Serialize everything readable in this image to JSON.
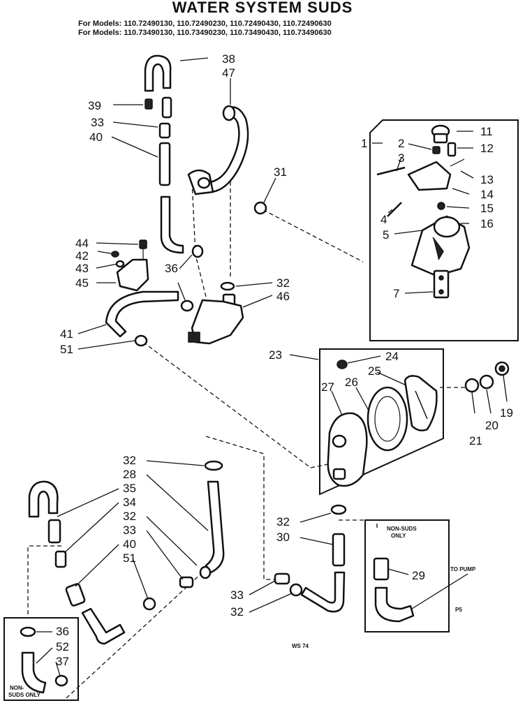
{
  "header": {
    "title": "WATER SYSTEM SUDS",
    "models_line1": "For Models:  110.72490130, 110.72490230, 110.72490430, 110.72490630",
    "models_line2": "For Models:  110.73490130, 110.73490230, 110.73490430, 110.73490630"
  },
  "labels": {
    "p1": "1",
    "p2": "2",
    "p3": "3",
    "p4": "4",
    "p5": "5",
    "p7": "7",
    "p11": "11",
    "p12": "12",
    "p13": "13",
    "p14": "14",
    "p15": "15",
    "p16": "16",
    "p19": "19",
    "p20": "20",
    "p21": "21",
    "p23": "23",
    "p24": "24",
    "p25": "25",
    "p26": "26",
    "p27": "27",
    "p28": "28",
    "p29": "29",
    "p30": "30",
    "p31": "31",
    "p32a": "32",
    "p32b": "32",
    "p32c": "32",
    "p32d": "32",
    "p32e": "32",
    "p33a": "33",
    "p33b": "33",
    "p33c": "33",
    "p34": "34",
    "p35": "35",
    "p36a": "36",
    "p36b": "36",
    "p37": "37",
    "p38": "38",
    "p39": "39",
    "p40a": "40",
    "p40b": "40",
    "p41": "41",
    "p42": "42",
    "p43": "43",
    "p44": "44",
    "p45": "45",
    "p46": "46",
    "p47": "47",
    "p51a": "51",
    "p51b": "51",
    "p52": "52"
  },
  "notes": {
    "non_suds_only_line1": "NON-SUDS",
    "non_suds_only_line2": "ONLY",
    "non_suds_only_bottom_line1": "NON-",
    "non_suds_only_bottom_line2": "SUDS ONLY",
    "to_pump": "TO PUMP",
    "ps": "P5",
    "ws": "WS 74"
  }
}
